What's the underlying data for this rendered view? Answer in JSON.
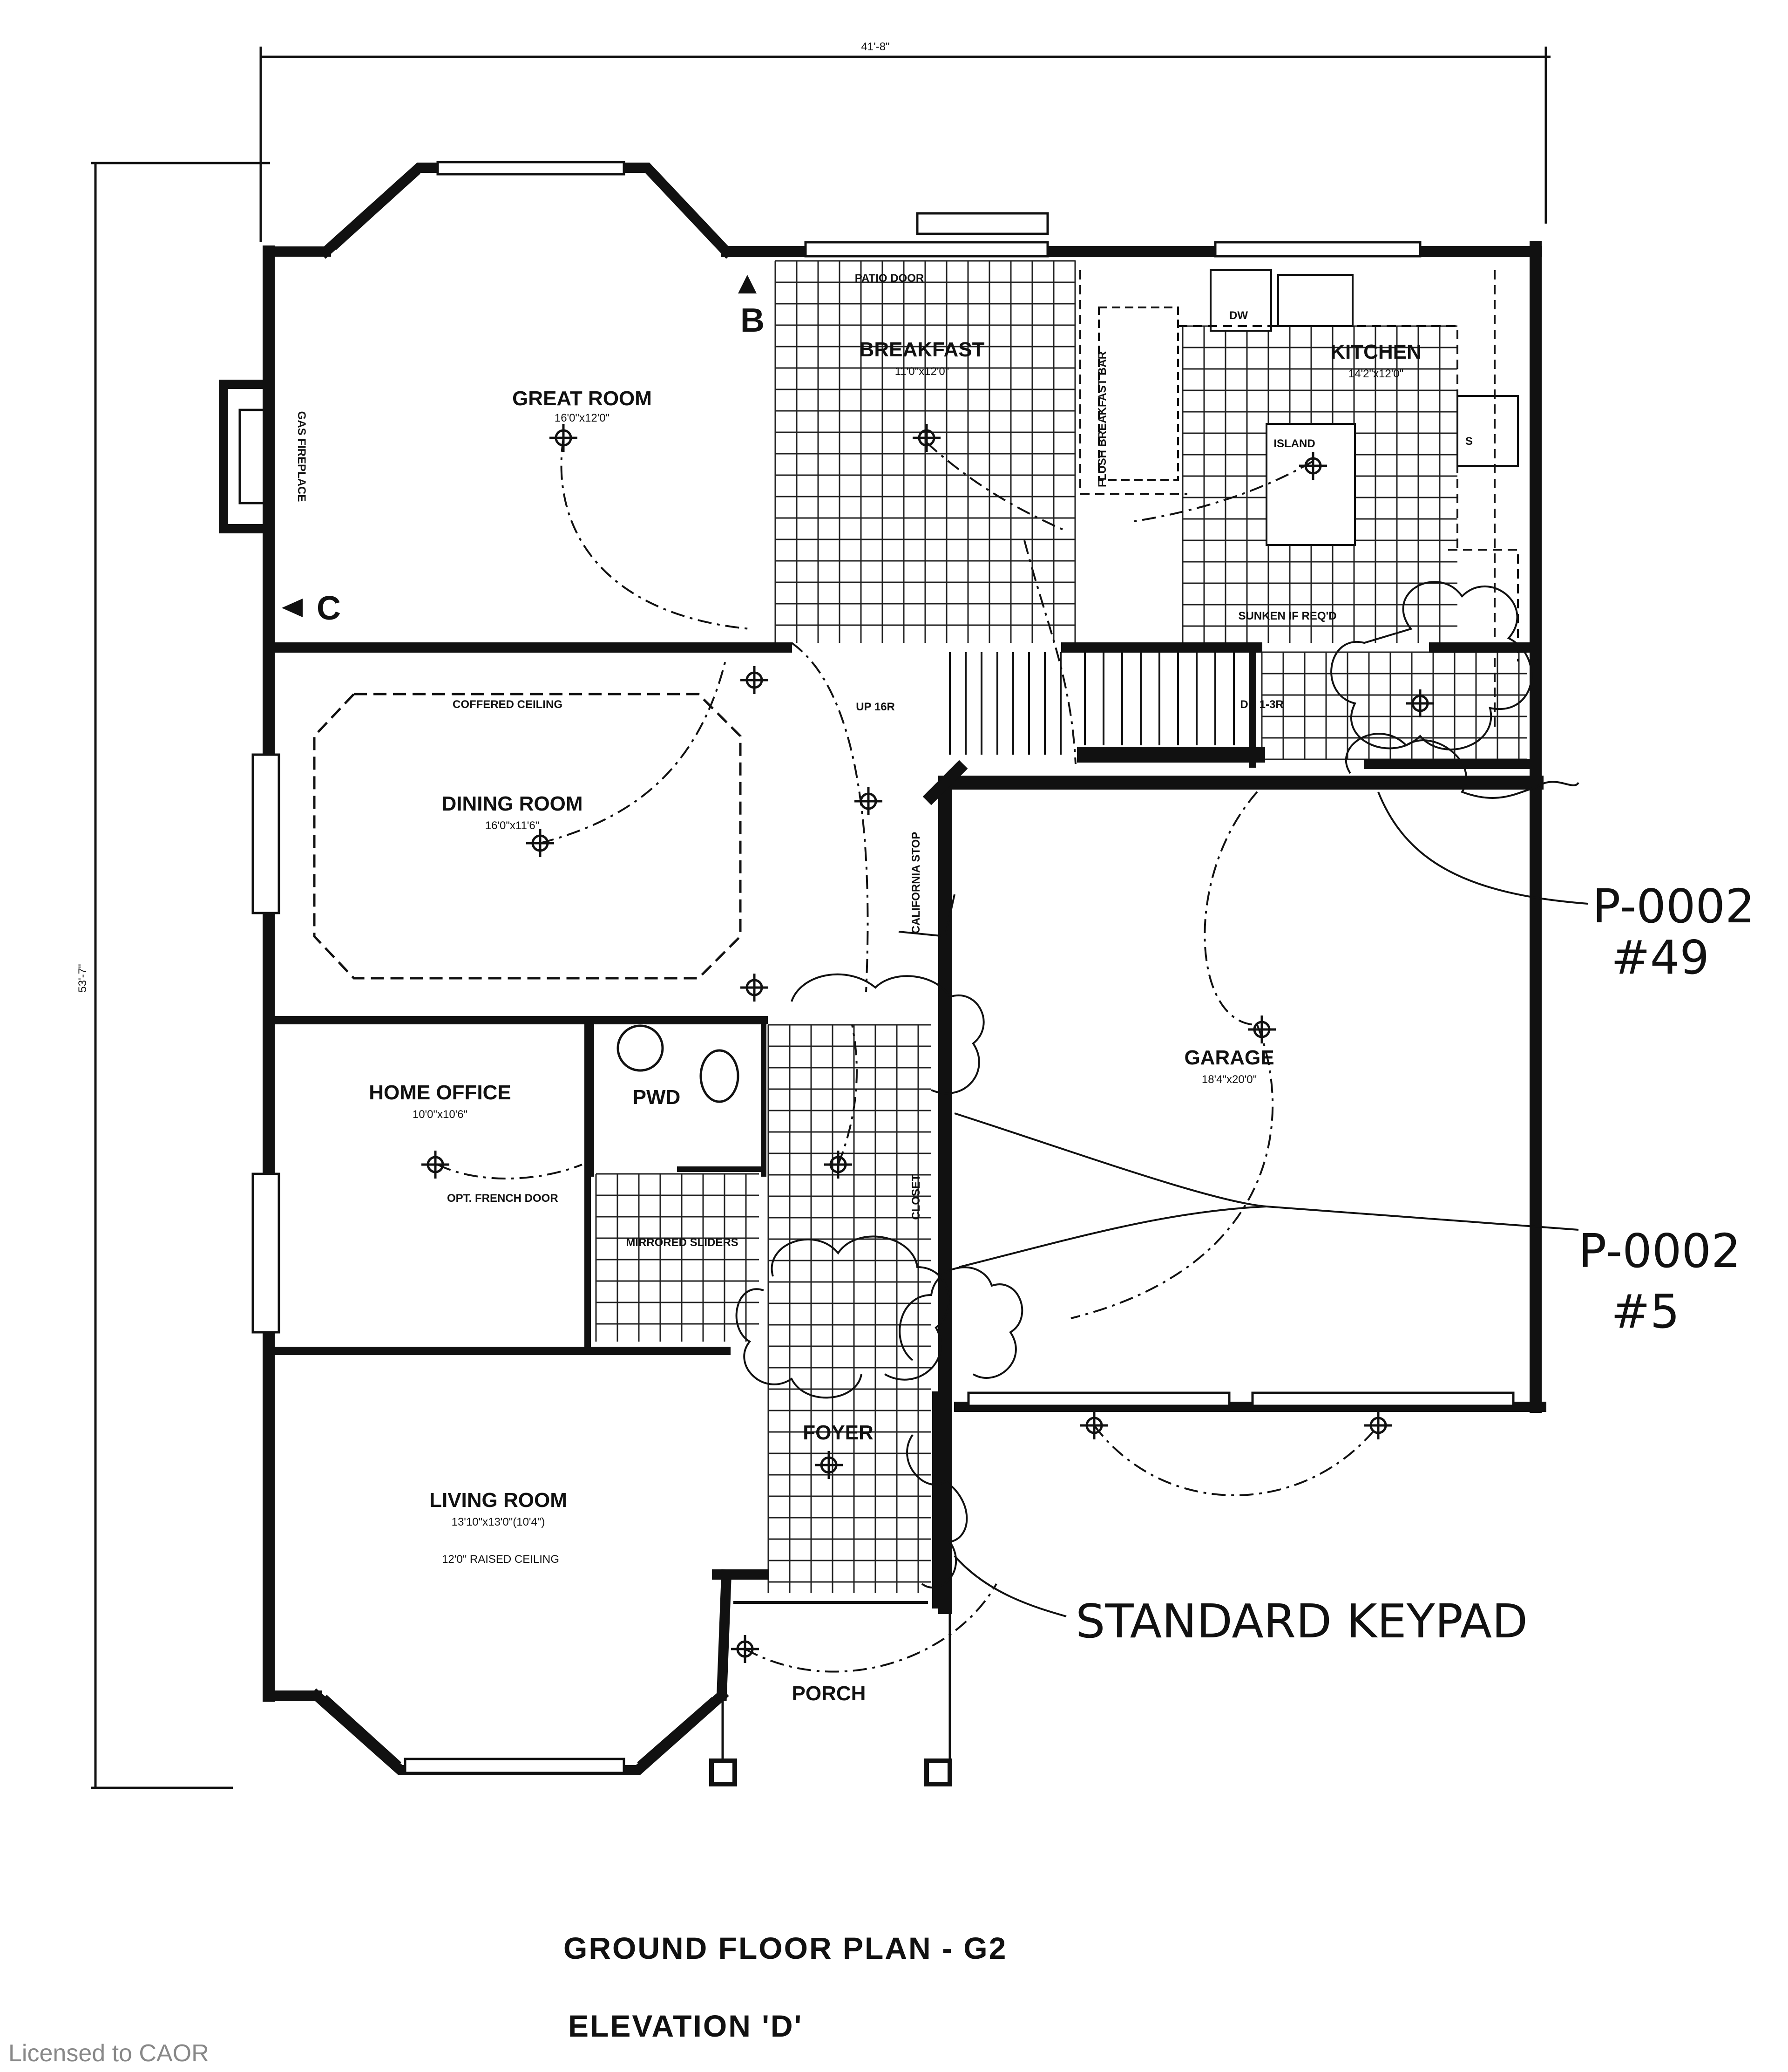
{
  "plan": {
    "overall_width_dim": "41'-8\"",
    "overall_depth_dim": "53'-7\"",
    "section_markers": [
      "B",
      "C"
    ],
    "rooms": {
      "great_room": {
        "name": "GREAT ROOM",
        "size": "16'0\"x12'0\""
      },
      "breakfast": {
        "name": "BREAKFAST",
        "size": "11'0\"x12'0\""
      },
      "kitchen": {
        "name": "KITCHEN",
        "size": "14'2\"x12'0\""
      },
      "dining_room": {
        "name": "DINING ROOM",
        "size": "16'0\"x11'6\""
      },
      "home_office": {
        "name": "HOME OFFICE",
        "size": "10'0\"x10'6\""
      },
      "garage": {
        "name": "GARAGE",
        "size": "18'4\"x20'0\""
      },
      "living_room": {
        "name": "LIVING ROOM",
        "size": "13'10\"x13'0\"(10'4\")",
        "ceiling_note": "12'0\" RAISED CEILING"
      },
      "foyer": {
        "name": "FOYER"
      },
      "porch": {
        "name": "PORCH"
      },
      "powder": {
        "name": "PWD"
      }
    },
    "notes": {
      "patio_door": "PATIO DOOR",
      "gas_fireplace": "GAS FIREPLACE",
      "flush_breakfast_bar": "FLUSH BREAKFAST BAR",
      "island": "ISLAND",
      "dw": "DW",
      "sink": "S",
      "coffered_ceiling": "COFFERED CEILING",
      "up_stair": "UP 16R",
      "california_stop": "CALIFORNIA STOP",
      "sunken": "SUNKEN IF REQ'D",
      "stair_down": "DN 1-3R",
      "opt_french_door": "OPT. FRENCH DOOR",
      "mirrored_sliders": "MIRRORED SLIDERS",
      "closet": "CLOSET"
    },
    "annotations": {
      "ref1_code": "P-0002",
      "ref1_num": "#49",
      "ref2_code": "P-0002",
      "ref2_num": "#5",
      "keypad": "STANDARD KEYPAD"
    },
    "title_line1": "GROUND FLOOR PLAN - G2",
    "title_line2": "ELEVATION 'D'"
  },
  "watermark": "Licensed to CAOR"
}
